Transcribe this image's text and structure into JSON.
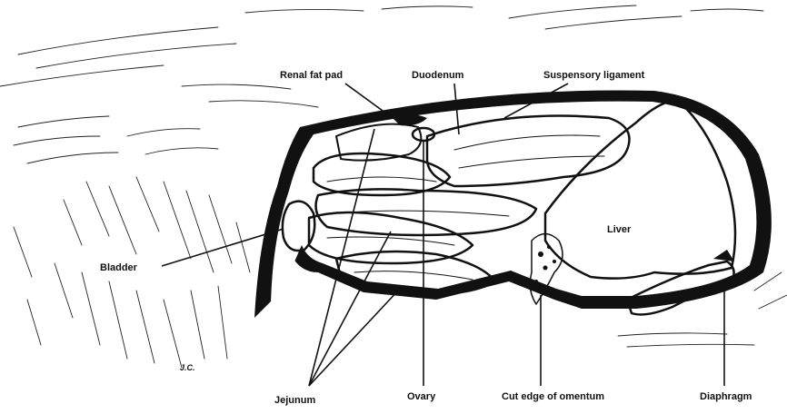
{
  "labels": {
    "renal_fat_pad": "Renal fat pad",
    "duodenum": "Duodenum",
    "suspensory_ligament": "Suspensory ligament",
    "liver": "Liver",
    "bladder": "Bladder",
    "jejunum": "Jejunum",
    "ovary": "Ovary",
    "cut_edge_of_omentum": "Cut edge of omentum",
    "diaphragm": "Diaphragm"
  },
  "artist_initials": "J.C.",
  "colors": {
    "ink": "#111111",
    "paper": "#ffffff"
  }
}
